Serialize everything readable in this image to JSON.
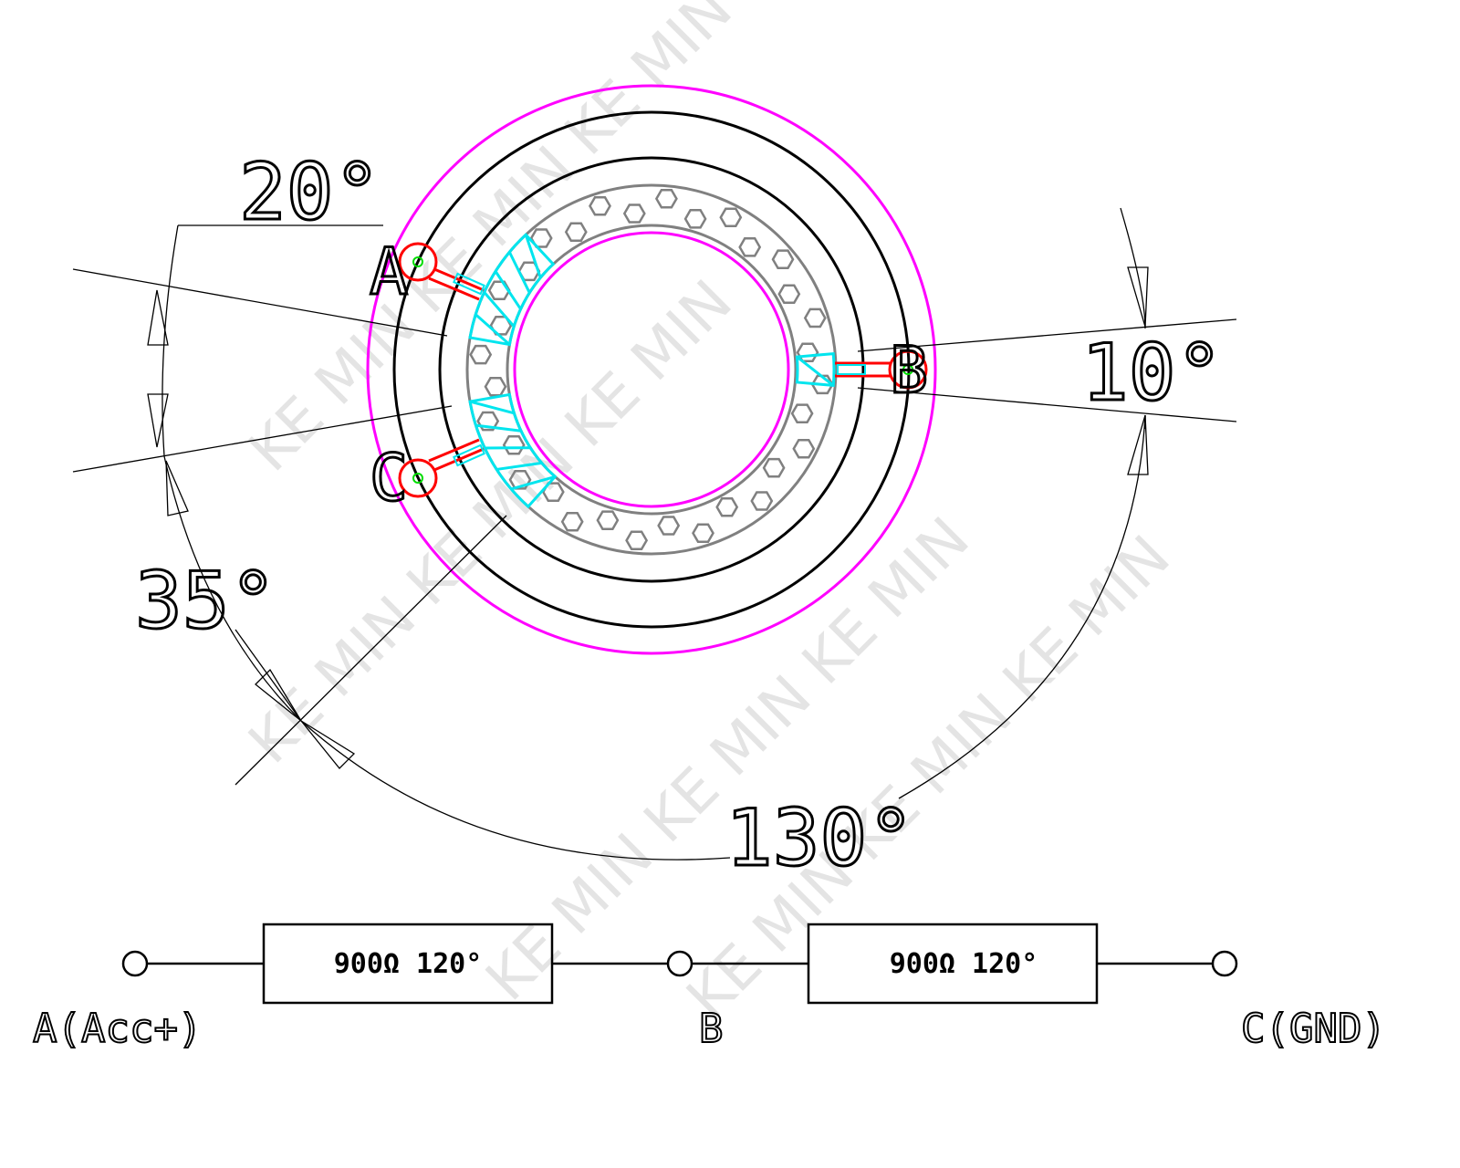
{
  "watermark": "KE MIN KE MIN KE MIN",
  "colors": {
    "outline": "#ff00ff",
    "pad": "#00e5ee",
    "terminal": "#ff0000",
    "via": "#00dd00",
    "ring": "#808080",
    "line": "#000000"
  },
  "angles": {
    "top": "20°",
    "right": "10°",
    "bottom_left": "35°",
    "total": "130°"
  },
  "pins": {
    "a": "A",
    "b": "B",
    "c": "C"
  },
  "circuit": {
    "resistor1": "900Ω 120°",
    "resistor2": "900Ω 120°",
    "terminal_a": "A(Acc+)",
    "terminal_b": "B",
    "terminal_c": "C(GND)"
  }
}
